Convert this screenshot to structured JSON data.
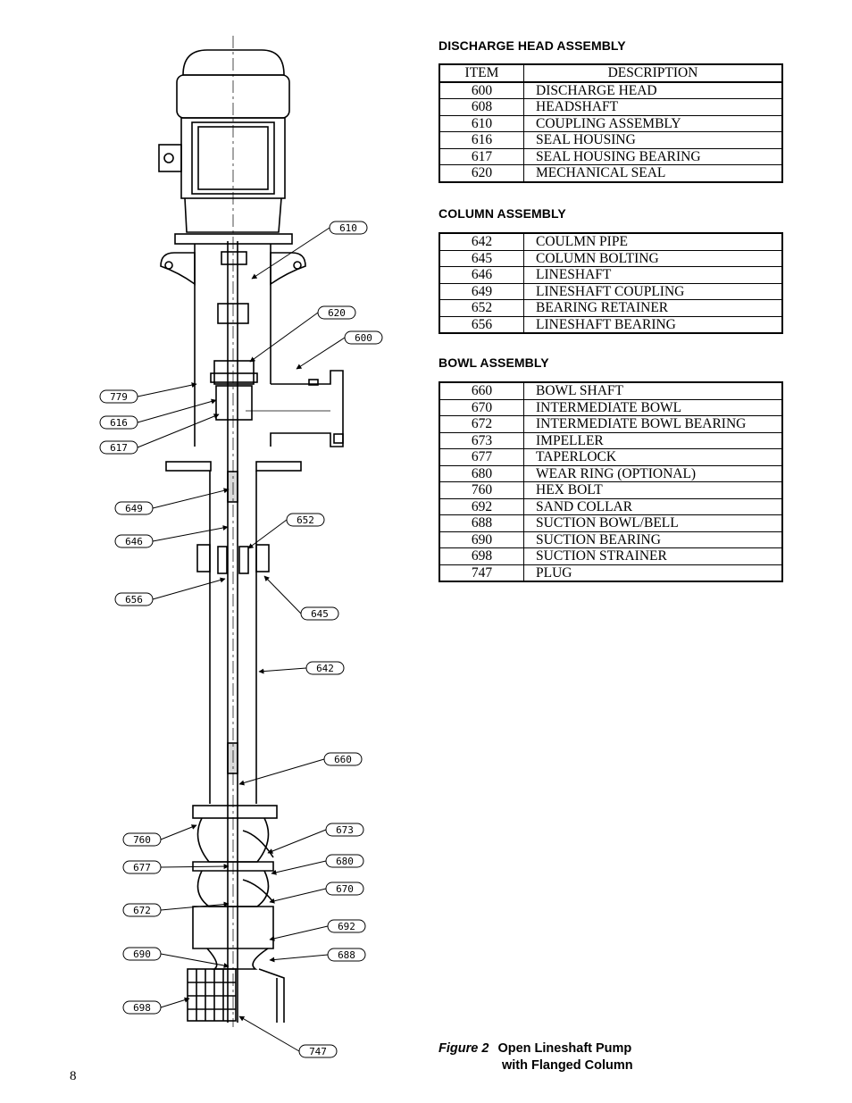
{
  "sections": {
    "discharge": {
      "heading": "DISCHARGE HEAD ASSEMBLY",
      "header_item": "ITEM",
      "header_desc": "DESCRIPTION",
      "rows": [
        {
          "item": "600",
          "desc": "DISCHARGE HEAD"
        },
        {
          "item": "608",
          "desc": "HEADSHAFT"
        },
        {
          "item": "610",
          "desc": "COUPLING ASSEMBLY"
        },
        {
          "item": "616",
          "desc": "SEAL HOUSING"
        },
        {
          "item": "617",
          "desc": "SEAL HOUSING BEARING"
        },
        {
          "item": "620",
          "desc": "MECHANICAL SEAL"
        }
      ]
    },
    "column": {
      "heading": "COLUMN ASSEMBLY",
      "rows": [
        {
          "item": "642",
          "desc": "COULMN PIPE"
        },
        {
          "item": "645",
          "desc": "COLUMN BOLTING"
        },
        {
          "item": "646",
          "desc": "LINESHAFT"
        },
        {
          "item": "649",
          "desc": "LINESHAFT COUPLING"
        },
        {
          "item": "652",
          "desc": "BEARING RETAINER"
        },
        {
          "item": "656",
          "desc": "LINESHAFT BEARING"
        }
      ]
    },
    "bowl": {
      "heading": "BOWL ASSEMBLY",
      "rows": [
        {
          "item": "660",
          "desc": "BOWL SHAFT"
        },
        {
          "item": "670",
          "desc": "INTERMEDIATE BOWL"
        },
        {
          "item": "672",
          "desc": "INTERMEDIATE BOWL BEARING"
        },
        {
          "item": "673",
          "desc": "IMPELLER"
        },
        {
          "item": "677",
          "desc": "TAPERLOCK"
        },
        {
          "item": "680",
          "desc": "WEAR RING (OPTIONAL)"
        },
        {
          "item": "760",
          "desc": "HEX BOLT"
        },
        {
          "item": "692",
          "desc": "SAND COLLAR"
        },
        {
          "item": "688",
          "desc": "SUCTION BOWL/BELL"
        },
        {
          "item": "690",
          "desc": "SUCTION BEARING"
        },
        {
          "item": "698",
          "desc": "SUCTION STRAINER"
        },
        {
          "item": "747",
          "desc": "PLUG"
        }
      ]
    }
  },
  "callouts": {
    "c610": "610",
    "c620": "620",
    "c600": "600",
    "c779": "779",
    "c616": "616",
    "c617": "617",
    "c649": "649",
    "c652": "652",
    "c646": "646",
    "c656": "656",
    "c645": "645",
    "c642": "642",
    "c660": "660",
    "c673": "673",
    "c760": "760",
    "c680": "680",
    "c677": "677",
    "c670": "670",
    "c672": "672",
    "c692": "692",
    "c690": "690",
    "c688": "688",
    "c698": "698",
    "c747": "747"
  },
  "caption": {
    "figure": "Figure 2",
    "line1": "Open Lineshaft Pump",
    "line2": "with Flanged Column"
  },
  "page_number": "8"
}
